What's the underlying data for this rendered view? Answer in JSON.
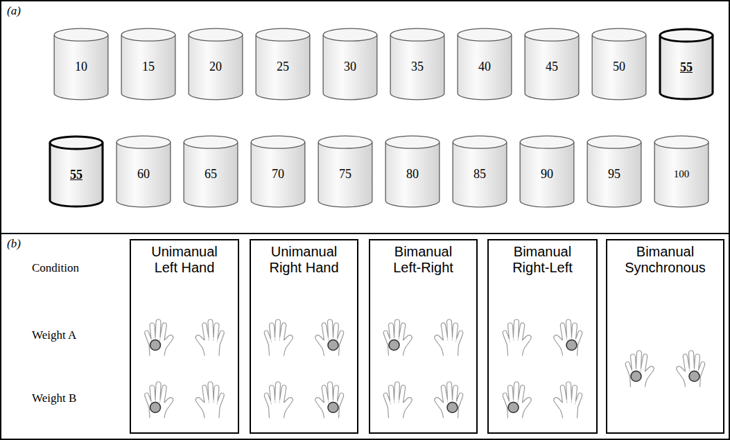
{
  "diagram": {
    "nodes": [
      {
        "text": [
          "(a)"
        ]
      },
      {
        "text": [
          "10"
        ],
        "in": 0
      },
      {
        "text": [
          "15"
        ],
        "in": 0
      },
      {
        "text": [
          "20"
        ],
        "in": 0
      },
      {
        "text": [
          "25"
        ],
        "in": 0
      },
      {
        "text": [
          "30"
        ],
        "in": 0
      },
      {
        "text": [
          "35"
        ],
        "in": 0
      },
      {
        "text": [
          "40"
        ],
        "in": 0
      },
      {
        "text": [
          "45"
        ],
        "in": 0
      },
      {
        "text": [
          "50"
        ],
        "in": 0
      },
      {
        "text": [
          "55"
        ],
        "in": 0
      },
      {
        "text": [
          "55"
        ],
        "in": 0
      },
      {
        "text": [
          "60"
        ],
        "in": 0
      },
      {
        "text": [
          "65"
        ],
        "in": 0
      },
      {
        "text": [
          "70"
        ],
        "in": 0
      },
      {
        "text": [
          "75"
        ],
        "in": 0
      },
      {
        "text": [
          "80"
        ],
        "in": 0
      },
      {
        "text": [
          "85"
        ],
        "in": 0
      },
      {
        "text": [
          "90"
        ],
        "in": 0
      },
      {
        "text": [
          "95"
        ],
        "in": 0
      },
      {
        "text": [
          "100"
        ],
        "in": 0
      },
      {
        "text": [
          "(b)"
        ]
      },
      {
        "text": [
          "Unimanual Left Hand"
        ],
        "in": 21
      },
      {
        "text": [
          "Unimanual Right Hand"
        ],
        "in": 21
      },
      {
        "text": [
          "Bimanual Left-Right"
        ],
        "in": 21
      },
      {
        "text": [
          "Bimanual Right-Left"
        ],
        "in": 21
      },
      {
        "text": [
          "Bimanual Synchronous"
        ],
        "in": 21
      }
    ],
    "labels": [
      "Condition",
      "Weight A",
      "Weight B"
    ]
  }
}
